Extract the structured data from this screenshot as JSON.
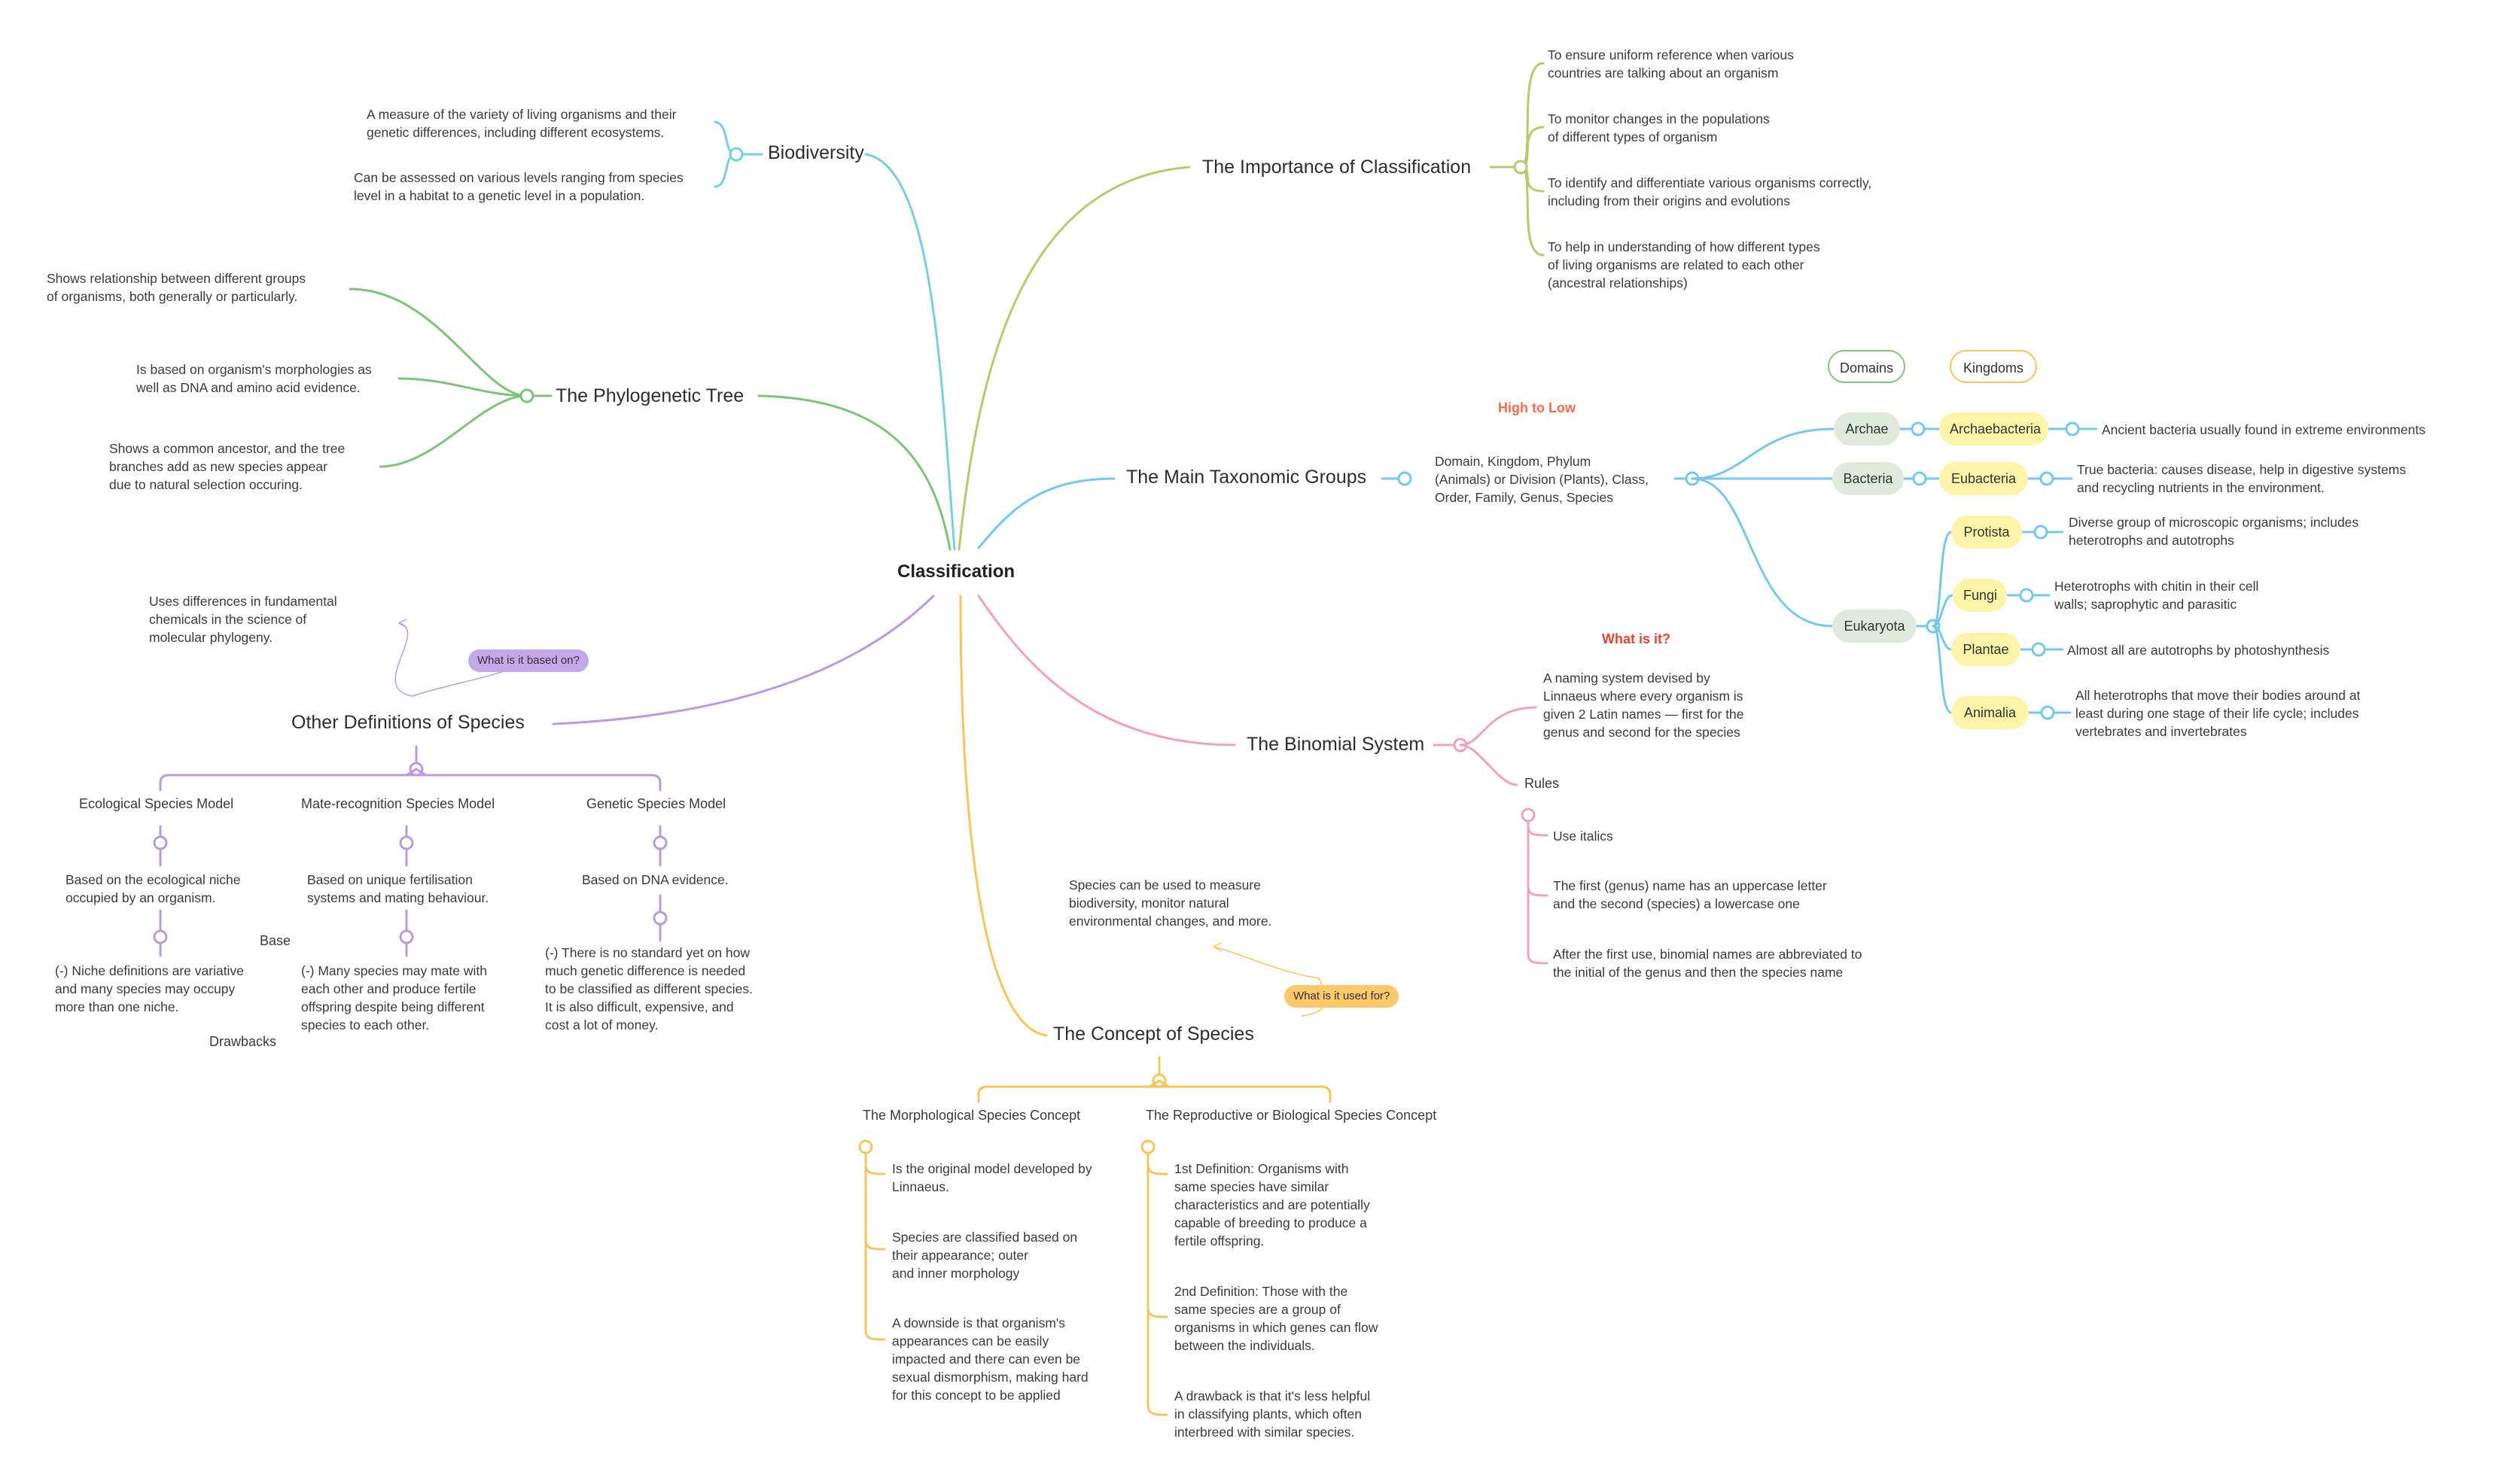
{
  "root": "Classification",
  "colors": {
    "teal": "#78d0dd",
    "olive": "#b5cb6c",
    "green": "#7ec478",
    "blue": "#74c8ec",
    "purple": "#b99be4",
    "pink": "#eea3bb",
    "orange": "#f8c45b",
    "note_orange": "#ff6a4d",
    "note_red": "#e8432e"
  },
  "biodiversity": {
    "title": "Biodiversity",
    "points": [
      "A measure of the variety of living organisms and their\ngenetic differences, including different ecosystems.",
      "Can be assessed on various levels ranging from species\nlevel in a habitat to a genetic level in a population."
    ]
  },
  "phylogenetic": {
    "title": "The Phylogenetic Tree",
    "points": [
      "Shows relationship between different groups\nof organisms, both generally or particularly.",
      "Is based on organism's morphologies as\nwell as DNA and amino acid evidence.",
      "Shows a common ancestor, and the tree\nbranches add as new species appear\ndue to natural selection occuring."
    ]
  },
  "other_definitions": {
    "title": "Other Definitions of Species",
    "tag": "What is it based on?",
    "tag_note": "Uses differences in fundamental\nchemicals in the science of\nmolecular phylogeny.",
    "models": [
      {
        "title": "Ecological Species Model",
        "basis": "Based on the ecological niche\noccupied by an organism.",
        "drawback": "(-) Niche definitions are variative\nand many species may occupy\nmore than one niche."
      },
      {
        "title": "Mate-recognition Species Model",
        "basis": "Based on unique fertilisation\nsystems and mating behaviour.",
        "drawback": "(-) Many species may mate with\neach other and produce fertile\noffspring despite being different\nspecies to each other."
      },
      {
        "title": "Genetic Species Model",
        "basis": "Based on DNA evidence.",
        "drawback": "(-) There is no standard yet on how\nmuch genetic difference is needed\nto be classified as different species.\nIt is also difficult, expensive, and\ncost a lot of money."
      }
    ],
    "base_label": "Base",
    "drawbacks_label": "Drawbacks"
  },
  "importance": {
    "title": "The Importance of Classification",
    "points": [
      "To ensure uniform reference when various\ncountries are talking about an organism",
      "To monitor changes in the populations\nof different types of organism",
      "To identify and differentiate various organisms correctly,\nincluding from their origins and evolutions",
      "To help in understanding of how different types\nof living organisms are related to each other\n(ancestral relationships)"
    ]
  },
  "taxonomic": {
    "title": "The Main Taxonomic Groups",
    "note": "High to Low",
    "ranks": "Domain, Kingdom, Phylum\n(Animals) or Division (Plants), Class,\nOrder, Family, Genus, Species",
    "legend_domains": "Domains",
    "legend_kingdoms": "Kingdoms",
    "domains": [
      {
        "name": "Archae",
        "kingdoms": [
          {
            "name": "Archaebacteria",
            "desc": "Ancient bacteria usually found in extreme environments"
          }
        ]
      },
      {
        "name": "Bacteria",
        "kingdoms": [
          {
            "name": "Eubacteria",
            "desc": "True bacteria: causes disease, help in digestive systems\nand recycling nutrients in the environment."
          }
        ]
      },
      {
        "name": "Eukaryota",
        "kingdoms": [
          {
            "name": "Protista",
            "desc": "Diverse group of microscopic organisms; includes\nheterotrophs and autotrophs"
          },
          {
            "name": "Fungi",
            "desc": "Heterotrophs with chitin in their cell\nwalls; saprophytic and parasitic"
          },
          {
            "name": "Plantae",
            "desc": "Almost all are autotrophs by photoshynthesis"
          },
          {
            "name": "Animalia",
            "desc": "All heterotrophs that move their bodies around at\nleast during one stage of their life cycle; includes\nvertebrates and invertebrates"
          }
        ]
      }
    ]
  },
  "binomial": {
    "title": "The Binomial System",
    "note": "What is it?",
    "definition": "A naming system devised by\nLinnaeus where every organism is\ngiven 2 Latin names — first for the\ngenus and second for the species",
    "rules_label": "Rules",
    "rules": [
      "Use italics",
      "The first (genus) name has an uppercase letter\nand the second (species) a lowercase one",
      "After the first use, binomial names are abbreviated to\nthe initial of the genus and then the species name"
    ]
  },
  "concept": {
    "title": "The Concept of Species",
    "tag": "What is it used for?",
    "tag_note": "Species can be used to measure\nbiodiversity, monitor natural\nenvironmental changes, and more.",
    "morphological": {
      "title": "The Morphological Species Concept",
      "points": [
        "Is the original model developed by\nLinnaeus.",
        "Species are classified based on\ntheir appearance; outer\nand inner morphology",
        "A downside is that organism's\nappearances can be easily\nimpacted and there can even be\nsexual dismorphism, making hard\nfor this concept to be applied"
      ]
    },
    "reproductive": {
      "title": "The Reproductive or Biological Species Concept",
      "points": [
        "1st Definition: Organisms with\nsame species have similar\ncharacteristics and are potentially\ncapable of breeding to produce a\nfertile offspring.",
        "2nd Definition: Those with the\nsame species are a group of\norganisms in which genes can flow\nbetween the individuals.",
        "A drawback is that it's less helpful\nin classifying plants, which often\ninterbreed with similar species."
      ]
    }
  }
}
